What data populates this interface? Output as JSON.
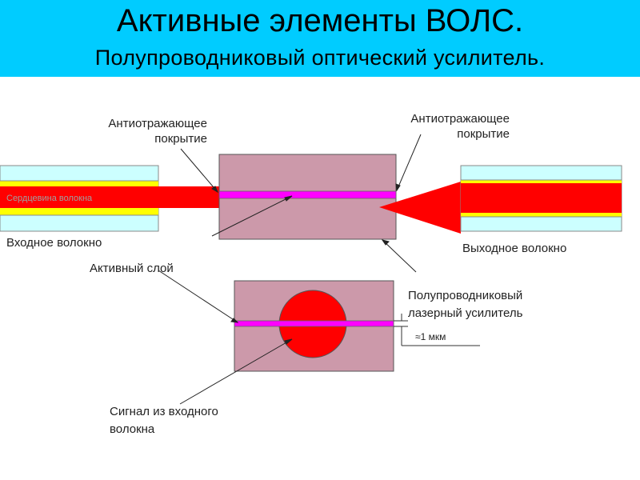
{
  "slide": {
    "title": "Активные элементы ВОЛС.",
    "subtitle": "Полупроводниковый оптический усилитель."
  },
  "labels": {
    "ar_coating_left": [
      "Антиотражающее",
      "покрытие"
    ],
    "ar_coating_right": [
      "Антиотражающее",
      "покрытие"
    ],
    "fiber_core": "Сердцевина волокна",
    "input_fiber": "Входное волокно",
    "output_fiber": "Выходное волокно",
    "active_layer": "Активный слой",
    "soa": [
      "Полупроводниковый",
      "лазерный усилитель"
    ],
    "thickness": "≈1 мкм",
    "input_signal": [
      "Сигнал из входного",
      "волокна"
    ]
  },
  "colors": {
    "header_bg": "#00ccff",
    "cladding": "#ccffff",
    "buffer": "#ffff00",
    "core": "#ff0000",
    "chip": "#cc99aa",
    "active_layer": "#ff00ff"
  }
}
